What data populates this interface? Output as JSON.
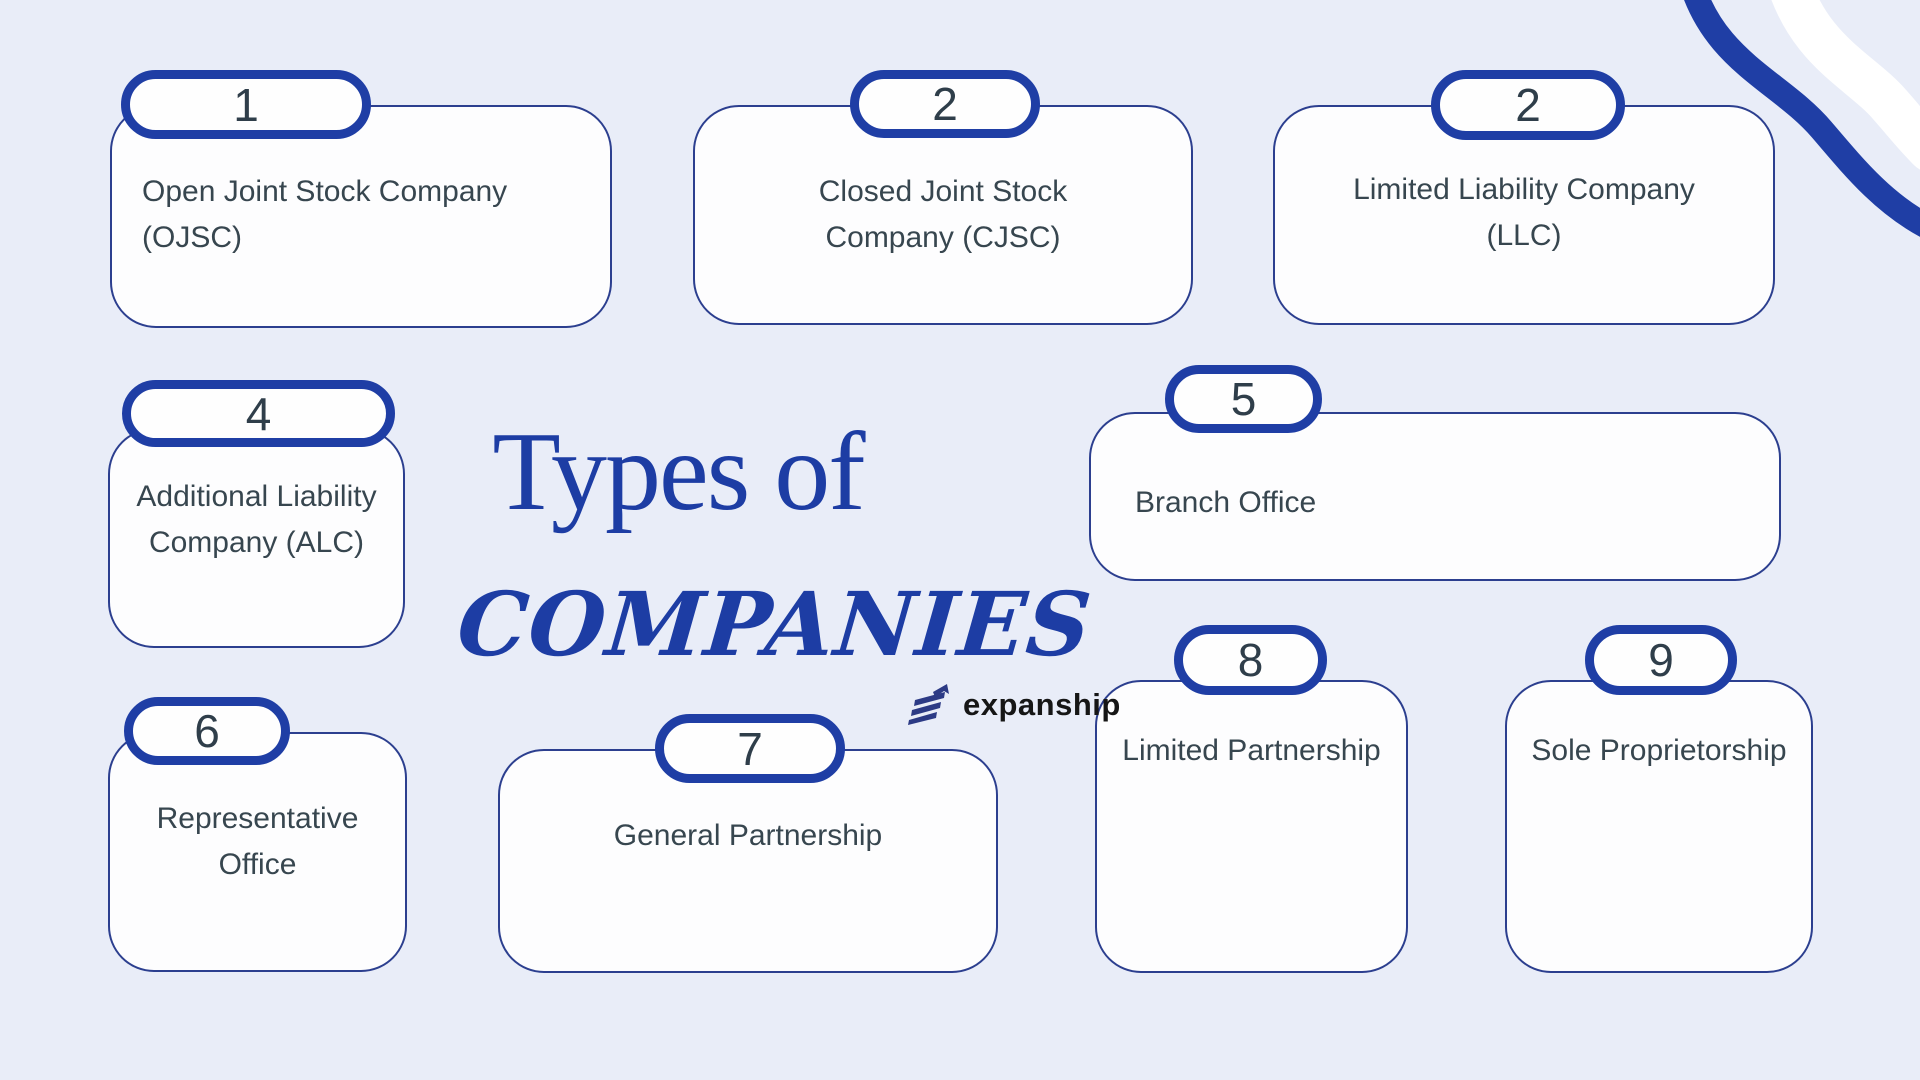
{
  "title": {
    "line1": "Types of",
    "line2": "COMPANIES"
  },
  "brand": {
    "name": "expanship",
    "icon": "expanship-logo-icon"
  },
  "cards": [
    {
      "number": "1",
      "title": "Open Joint Stock Company (OJSC)"
    },
    {
      "number": "2",
      "title": "Closed Joint Stock Company (CJSC)"
    },
    {
      "number": "2",
      "title": "Limited Liability Company (LLC)"
    },
    {
      "number": "4",
      "title": "Additional Liability Company (ALC)"
    },
    {
      "number": "5",
      "title": "Branch Office"
    },
    {
      "number": "6",
      "title": "Representative Office"
    },
    {
      "number": "7",
      "title": "General Partnership"
    },
    {
      "number": "8",
      "title": "Limited Partnership"
    },
    {
      "number": "9",
      "title": "Sole Proprietorship"
    }
  ],
  "decorations": {
    "wave": "top-right-double-wave"
  },
  "colors": {
    "background": "#e9edf8",
    "card_fill": "#fdfdfe",
    "card_border": "#2c3f8f",
    "pill_border": "#1f3ea5",
    "accent_title": "#1d3da4",
    "body_text": "#37464f",
    "number_text": "#2f3e4a",
    "brand_text": "#161616",
    "wave_blue": "#1f3ea5",
    "wave_white": "#ffffff"
  }
}
